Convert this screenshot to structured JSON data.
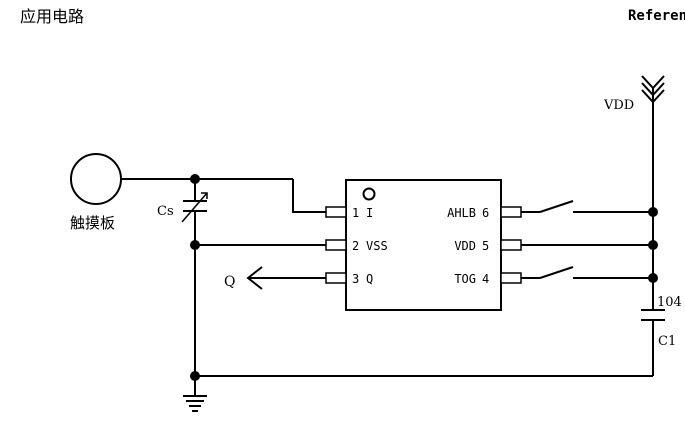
{
  "header": {
    "title": "应用电路",
    "right_text": "Referen"
  },
  "labels": {
    "vdd": "VDD",
    "touch_pad": "触摸板",
    "cs": "Cs",
    "q": "Q",
    "c1_value": "104",
    "c1_name": "C1"
  },
  "chip": {
    "left_pins": [
      {
        "num": "1",
        "name": "I"
      },
      {
        "num": "2",
        "name": "VSS"
      },
      {
        "num": "3",
        "name": "Q"
      }
    ],
    "right_pins": [
      {
        "name": "AHLB",
        "num": "6"
      },
      {
        "name": "VDD",
        "num": "5"
      },
      {
        "name": "TOG",
        "num": "4"
      }
    ]
  }
}
